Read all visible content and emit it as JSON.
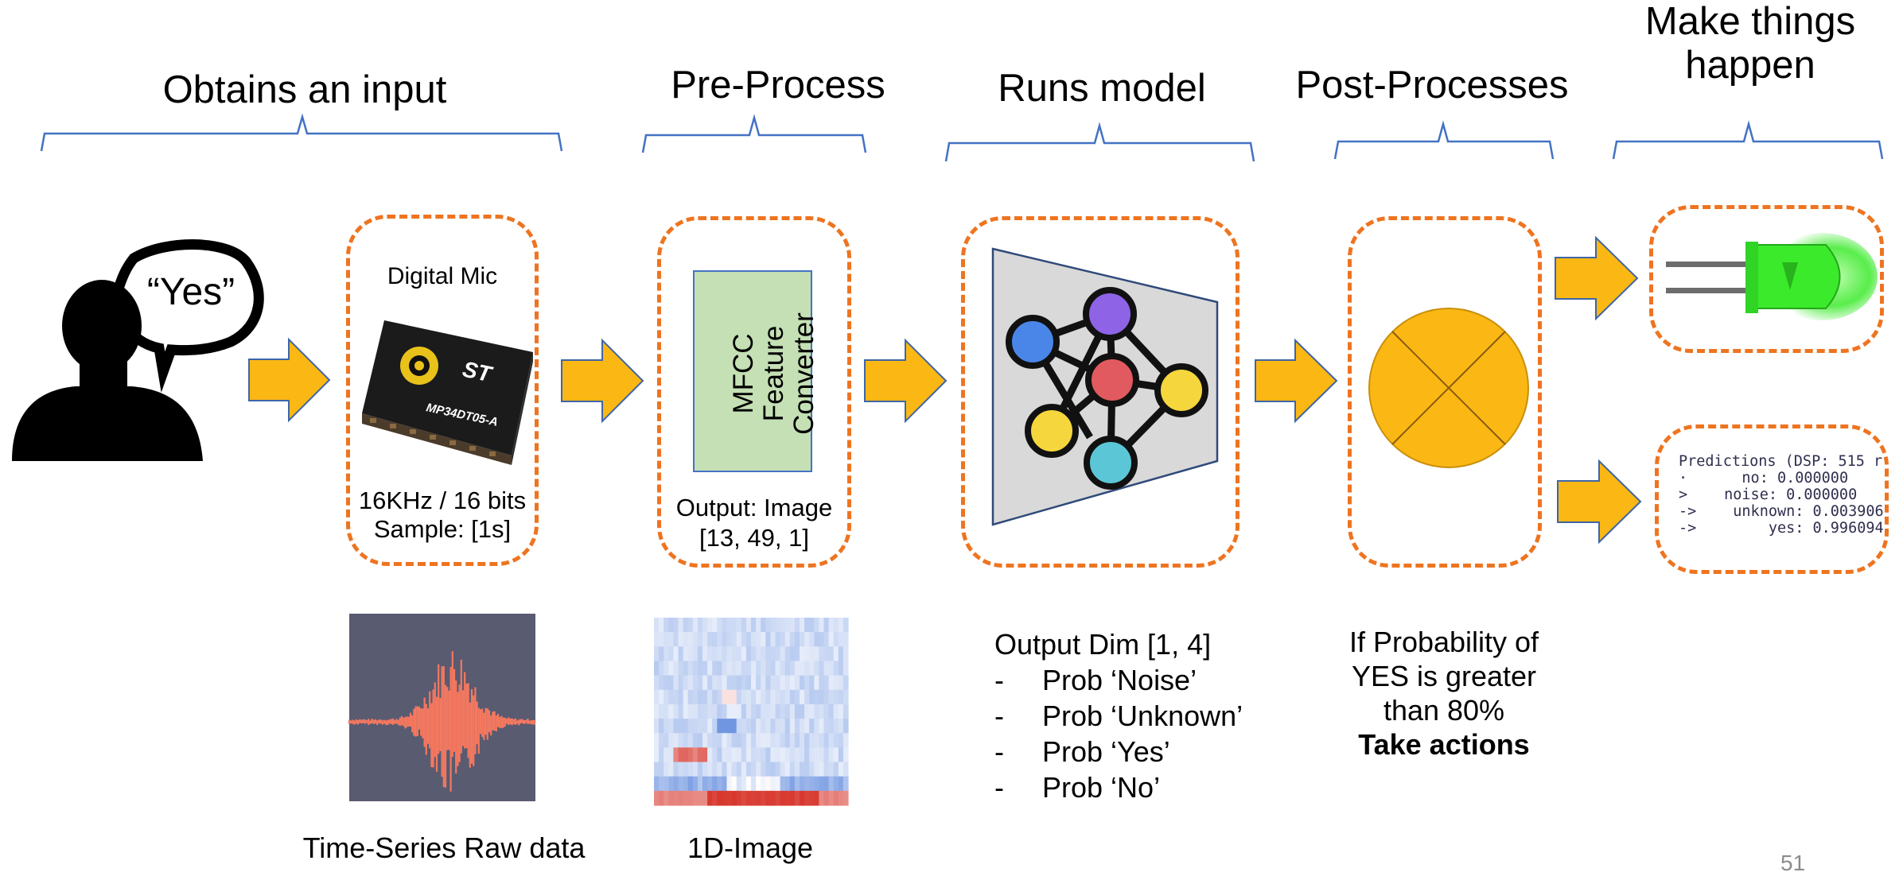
{
  "stages": {
    "input": {
      "title": "Obtains an input"
    },
    "preprocess": {
      "title": "Pre-Process"
    },
    "model": {
      "title": "Runs model"
    },
    "postprocess": {
      "title": "Post-Processes"
    },
    "action": {
      "title_line1": "Make things",
      "title_line2": "happen"
    }
  },
  "speaker": {
    "speech": "“Yes”"
  },
  "mic": {
    "label": "Digital Mic",
    "chip_text": "MP34DT05-A",
    "chip_logo": "ST",
    "spec_line1": "16KHz / 16 bits",
    "spec_line2": "Sample: [1s]"
  },
  "mfcc": {
    "line1": "MFCC",
    "line2": "Feature",
    "line3": "Converter",
    "output_line1": "Output: Image",
    "output_line2": "[13, 49, 1]"
  },
  "captions": {
    "raw": "Time-Series Raw data",
    "image": "1D-Image"
  },
  "model_output": {
    "heading": "Output Dim [1, 4]",
    "items": [
      "Prob ‘Noise’",
      "Prob ‘Unknown’",
      "Prob ‘Yes’",
      "Prob ‘No’"
    ],
    "bullet": "-"
  },
  "decision": {
    "line1": "If Probability of",
    "line2": "YES is greater",
    "line3": "than 80%",
    "line4": "Take actions"
  },
  "predictions": {
    "header": "Predictions (DSP: 515 r",
    "rows": [
      {
        "marker": "·",
        "text": "no: 0.000000"
      },
      {
        "marker": ">",
        "text": "noise: 0.000000"
      },
      {
        "marker": "->",
        "text": "unknown: 0.003906"
      },
      {
        "marker": "->",
        "text": "yes: 0.996094"
      }
    ]
  },
  "page_number": "51",
  "colors": {
    "brace": "#4472c4",
    "dashed_border": "#ee7420",
    "arrow_fill": "#fbb714",
    "arrow_stroke": "#3e66a6",
    "mfcc_fill": "#c5e0b4",
    "mfcc_border": "#4472c4",
    "waveform_bg": "#595b71",
    "waveform": "#f5785f",
    "node_blue": "#4a86e8",
    "node_purple": "#8e63e5",
    "node_red": "#e05a5f",
    "node_yellow": "#f5d63c",
    "node_cyan": "#5bc7d6",
    "decision_circle": "#fbb714",
    "led_green": "#3cea2c"
  },
  "icons": [
    "person-silhouette-icon",
    "speech-bubble-icon",
    "mic-chip-icon",
    "neural-network-icon",
    "led-icon",
    "arrow-right-icon"
  ]
}
